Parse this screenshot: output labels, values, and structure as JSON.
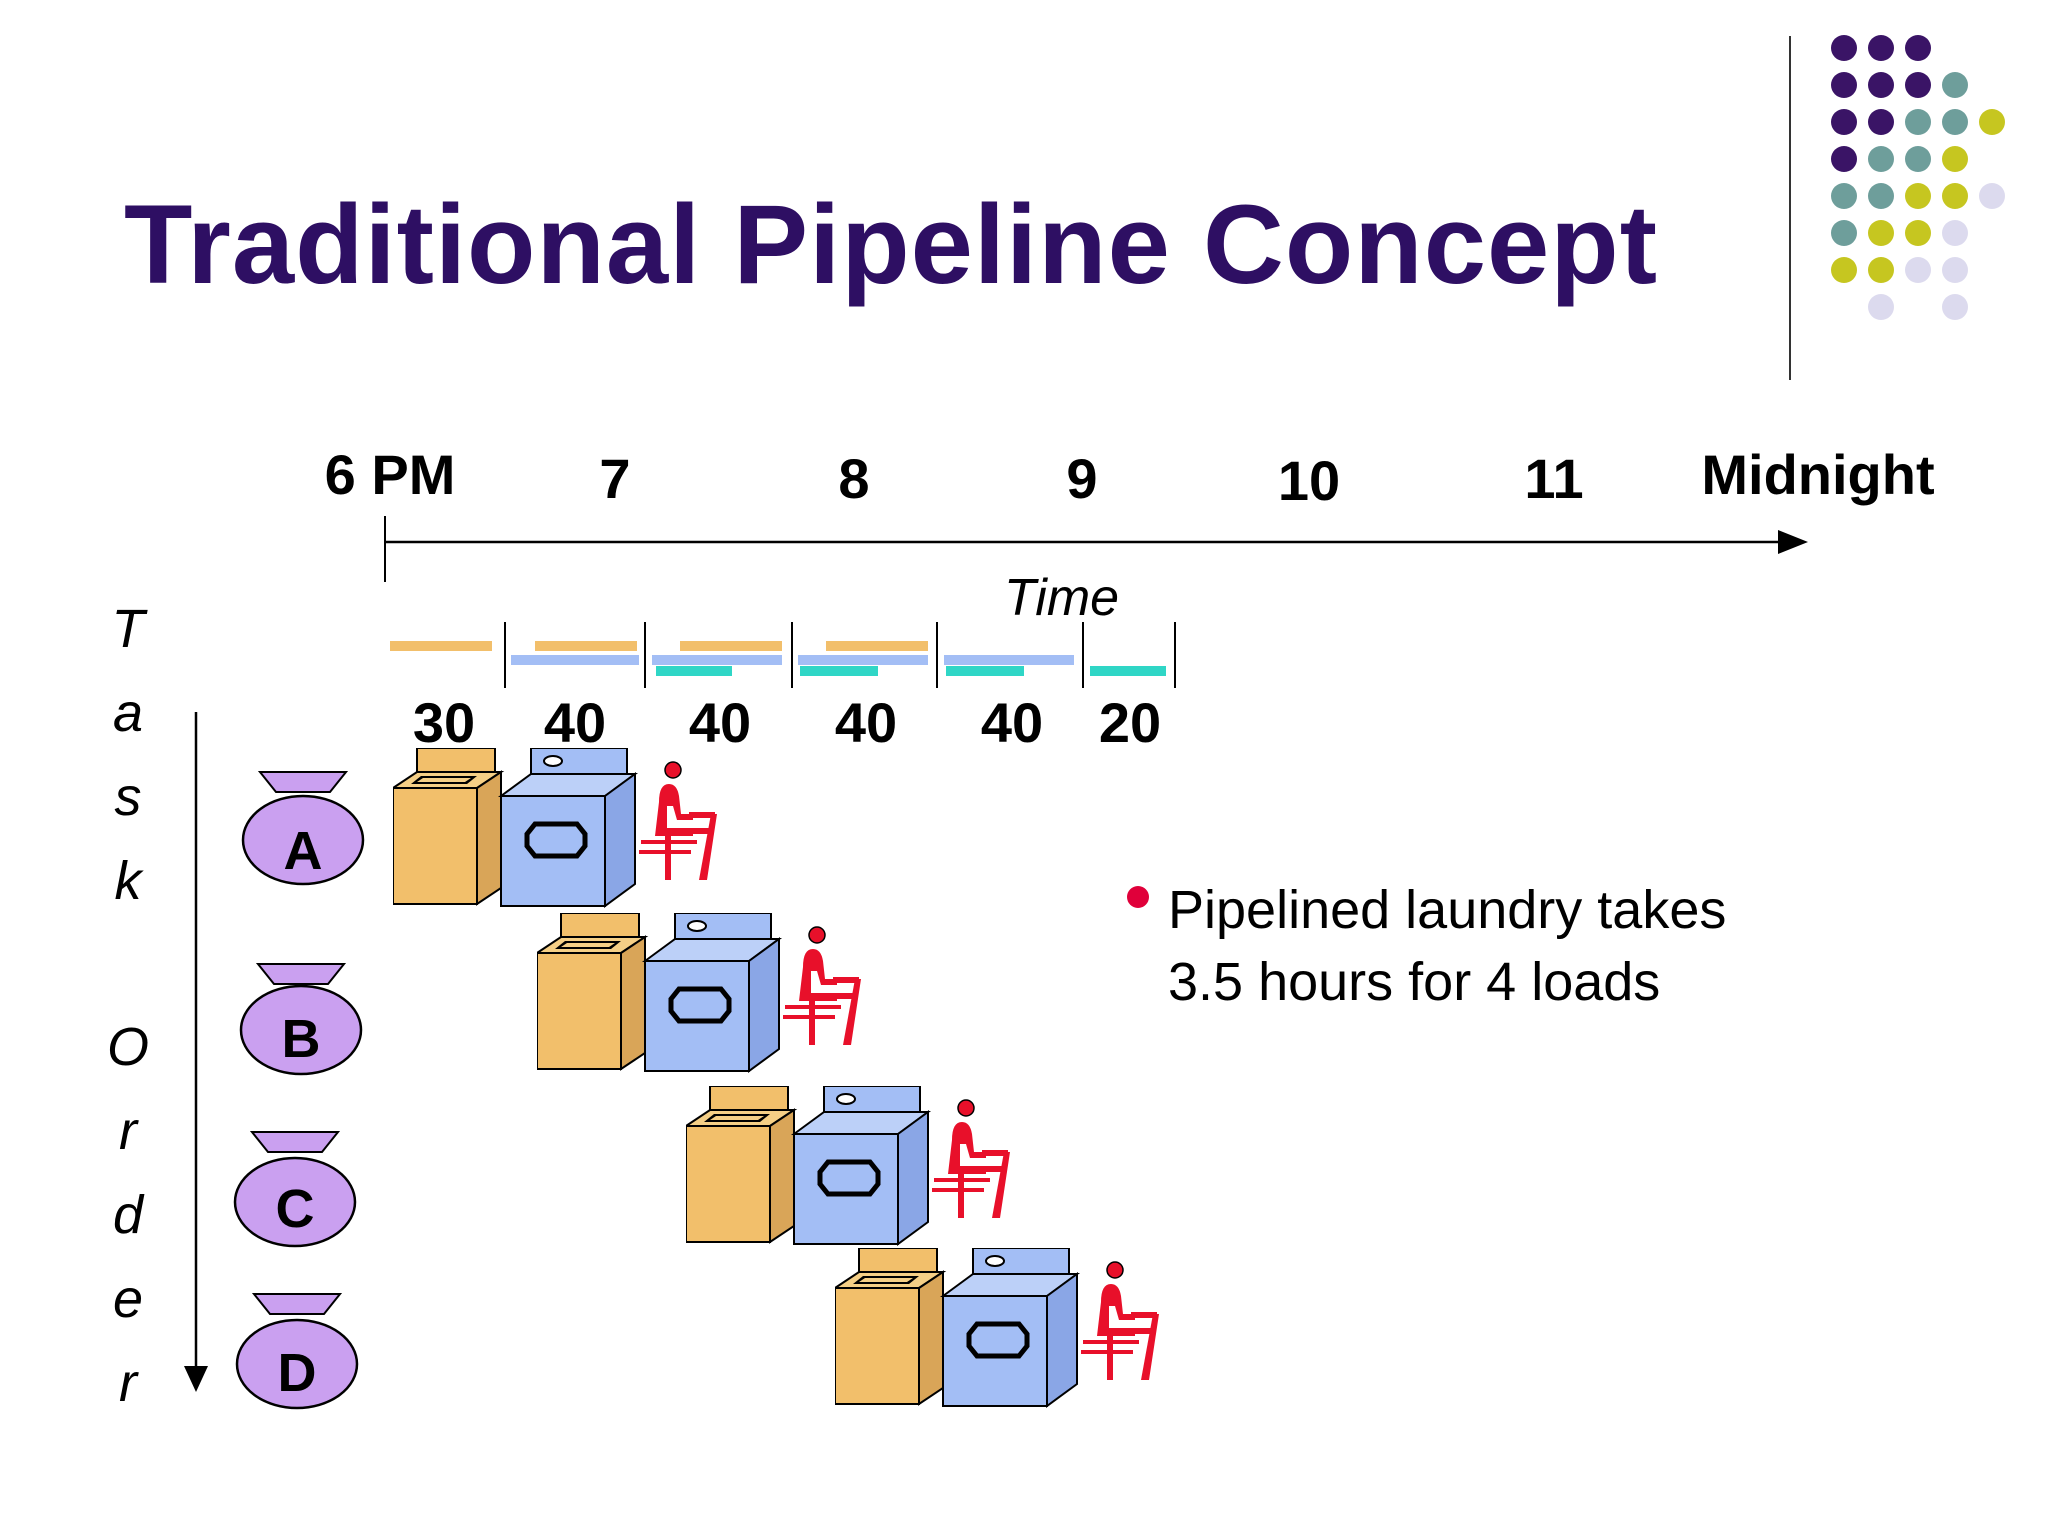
{
  "title": "Traditional Pipeline Concept",
  "timeline": {
    "hours": [
      {
        "label": "6 PM"
      },
      {
        "label": "7"
      },
      {
        "label": "8"
      },
      {
        "label": "9"
      },
      {
        "label": "10"
      },
      {
        "label": "11"
      },
      {
        "label": "Midnight"
      }
    ],
    "axis_label": "Time"
  },
  "durations": [
    "30",
    "40",
    "40",
    "40",
    "40",
    "20"
  ],
  "side_label": [
    "T",
    "a",
    "s",
    "k",
    "O",
    "r",
    "d",
    "e",
    "r"
  ],
  "tasks": [
    {
      "label": "A"
    },
    {
      "label": "B"
    },
    {
      "label": "C"
    },
    {
      "label": "D"
    }
  ],
  "bullet": {
    "line1": "Pipelined laundry takes",
    "line2": "3.5 hours for 4 loads"
  },
  "colors": {
    "title": "#2e0f63",
    "washer": "#f2bf6b",
    "dryer": "#a3bef5",
    "folder": "#e8102a",
    "fold_bar": "#2fd6c6",
    "bag": "#caa0f0",
    "bullet": "#e0003a",
    "dot_purple": "#3a1466",
    "dot_teal": "#6e9e9b",
    "dot_olive": "#c6c620",
    "dot_lavender": "#dcdaee"
  },
  "icons": {
    "washer": "washer-icon",
    "dryer": "dryer-icon",
    "folder": "folding-person-icon",
    "bag": "laundry-bag-icon"
  }
}
